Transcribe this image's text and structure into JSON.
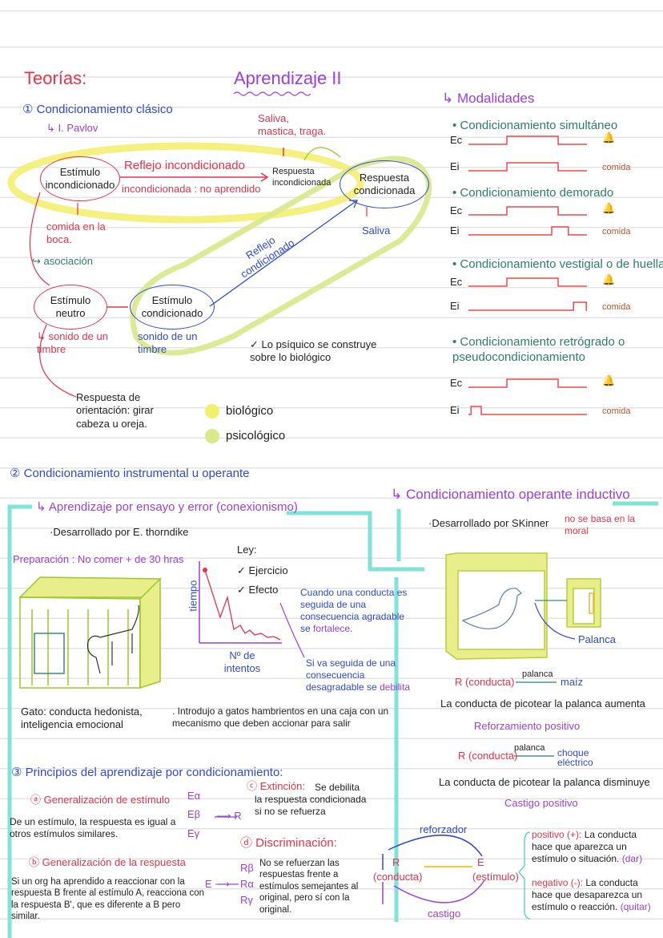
{
  "title": "Aprendizaje II",
  "heading": "Teorías:",
  "colors": {
    "red": "#e8334a",
    "blue": "#2f49d8",
    "purple": "#9b3fe0",
    "green": "#2d7d6a",
    "yellow_highlight": "#f2ef6a",
    "green_highlight": "#d9e88a",
    "teal_frame": "#7fe3d8"
  },
  "classical": {
    "title": "① Condicionamiento clásico",
    "author": "↳ I. Pavlov",
    "saliva_note": "Saliva, mastica, traga.",
    "ei": "Estímulo incondicionado",
    "reflex_u": "Reflejo incondicionado",
    "reflex_u_note": "incondicionada : no aprendido",
    "ru": "Respuesta incondicionada",
    "rc": "Respuesta condicionada",
    "saliva": "Saliva",
    "food": "comida en la boca.",
    "association": "↪ asociación",
    "en": "Estímulo neutro",
    "ec": "Estímulo condicionado",
    "en_note": "↳ sonido de un timbre",
    "ec_note": "sonido de un timbre",
    "reflex_c": "Reflejo condicionado",
    "note": "✓ Lo psíquico se construye sobre lo biológico",
    "orientation": "Respuesta de orientación: girar cabeza u oreja.",
    "legend": [
      {
        "label": "biológico",
        "color": "#f2ef6a"
      },
      {
        "label": "psicológico",
        "color": "#d9e88a"
      }
    ]
  },
  "modalities": {
    "title": "↳ Modalidades",
    "ec_label": "Ec",
    "ei_label": "Ei",
    "food_label": "comida",
    "bell_icon": "bell-icon",
    "items": [
      {
        "name": "• Condicionamiento simultáneo"
      },
      {
        "name": "• Condicionamiento demorado"
      },
      {
        "name": "• Condicionamiento vestigial o de huella"
      },
      {
        "name": "• Condicionamiento retrógrado o pseudocondicionamiento"
      }
    ]
  },
  "instrumental": {
    "title": "② Condicionamiento instrumental u operante",
    "trial": {
      "title": "↳ Aprendizaje por ensayo y error (conexionismo)",
      "author": "·Desarrollado por E. thorndike",
      "prep": "Preparación : No comer + de 30 hras",
      "graph_y": "tiempo",
      "graph_x": "Nº de intentos",
      "law_title": "Ley:",
      "laws": [
        "✓ Ejercicio",
        "✓ Efecto"
      ],
      "pos_effect": "Cuando una conducta es seguida de una consecuencia agradable se",
      "pos_effect_end": "fortalece.",
      "neg_effect": "Si va seguida de una consecuencia desagradable se",
      "neg_effect_end": "debilita",
      "cat": "Gato: conducta hedonista, inteligencia emocional",
      "intro": ". Introdujo a gatos hambrientos en una caja con un mecanismo que deben accionar para salir"
    },
    "operant": {
      "title": "↳ Condicionamiento operante inductivo",
      "author": "·Desarrollado por SKinner",
      "moral": "no se basa en la moral",
      "lever": "Palanca",
      "r": "R (conducta)",
      "arrow_label": "palanca",
      "corn": "maíz",
      "increase": "La conducta de picotear la palanca aumenta",
      "reinforce": "Reforzamiento positivo",
      "shock": "choque eléctrico",
      "decrease": "La conducta de picotear la palanca disminuye",
      "punish": "Castigo positivo"
    }
  },
  "principles": {
    "title": "③ Principios del aprendizaje por condicionamiento:",
    "a_title": "ⓐ Generalización de estímulo",
    "a_text": "De un estímulo, la respuesta es igual a otros estímulos similares.",
    "a_stimuli": [
      "Eα",
      "Eβ",
      "Eγ"
    ],
    "a_arrow": "⟶ R",
    "b_title": "ⓑ Generalización de la respuesta",
    "b_text": "Si un org ha aprendido a reaccionar con la respuesta B frente al estímulo A, reacciona con la respuesta B', que es diferente a B pero similar.",
    "b_arrow": "E ⟶",
    "b_responses": [
      "Rβ",
      "Rα",
      "Rγ"
    ],
    "c_title": "ⓒ Extinción:",
    "c_text": "Se debilita la respuesta condicionada si no se refuerza",
    "d_title": "ⓓ Discriminación:",
    "d_text": "No se refuerzan las respuestas frente a estímulos semejantes al original, pero sí con la original."
  },
  "cycle": {
    "reinforcer": "reforzador",
    "r": "R",
    "r_sub": "(conducta)",
    "e": "E",
    "e_sub": "(estímulo)",
    "punishment": "castigo",
    "pos_label": "positivo (+):",
    "pos_text": "La conducta hace que aparezca un estímulo o situación.",
    "pos_tag": "(dar)",
    "neg_label": "negativo (-):",
    "neg_text": "La conducta hace que desaparezca un estímulo o reacción.",
    "neg_tag": "(quitar)"
  }
}
